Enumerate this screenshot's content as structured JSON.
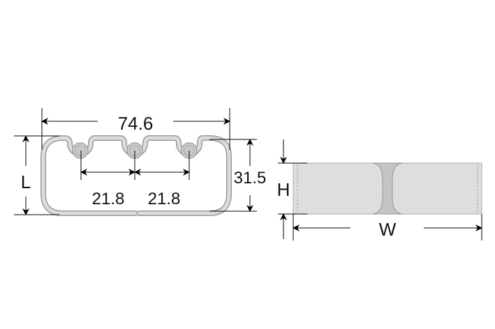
{
  "front_view": {
    "overall_width": "74.6",
    "length_label": "L",
    "inner_height": "31.5",
    "pitch_left": "21.8",
    "pitch_right": "21.8"
  },
  "side_view": {
    "height_label": "H",
    "width_label": "W"
  },
  "colors": {
    "line": "#000000",
    "tube_fill": "#dcdcdc",
    "tube_edge": "#9a9a9a",
    "neck_fill": "#c4c4c4"
  }
}
